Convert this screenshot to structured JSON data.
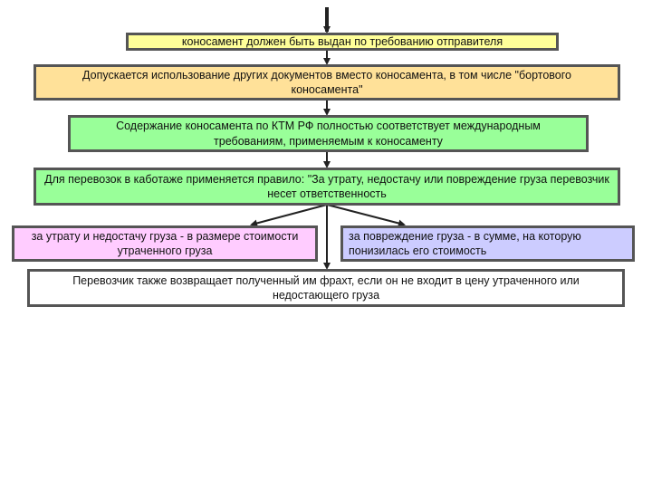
{
  "diagram": {
    "colors": {
      "yellow": "#ffff99",
      "peach": "#ffe199",
      "green": "#99ff99",
      "pink": "#ffccff",
      "lavender": "#ccccff",
      "white": "#ffffff",
      "border": "#555555",
      "arrow": "#222222"
    },
    "nodes": [
      {
        "id": "n1",
        "text": "коносамент должен быть выдан по требованию отправителя"
      },
      {
        "id": "n2",
        "text": "Допускается использование других документов вместо коносамента, в том числе \"бортового коносамента\""
      },
      {
        "id": "n3",
        "text": "Содержание коносамента по КТМ РФ полностью соответствует международным требованиям, применяемым к коносаменту"
      },
      {
        "id": "n4",
        "text": "Для перевозок в каботаже применяется правило: \"За утрату, недостачу или повреждение груза перевозчик несет ответственность"
      },
      {
        "id": "n5",
        "text": "за утрату и недостачу груза - в размере стоимости утраченного груза"
      },
      {
        "id": "n6",
        "text": "за повреждение груза - в сумме, на которую понизилась его стоимость"
      },
      {
        "id": "n7",
        "text": "Перевозчик также возвращает полученный им фрахт, если он не входит в цену утраченного или недостающего груза"
      }
    ]
  }
}
